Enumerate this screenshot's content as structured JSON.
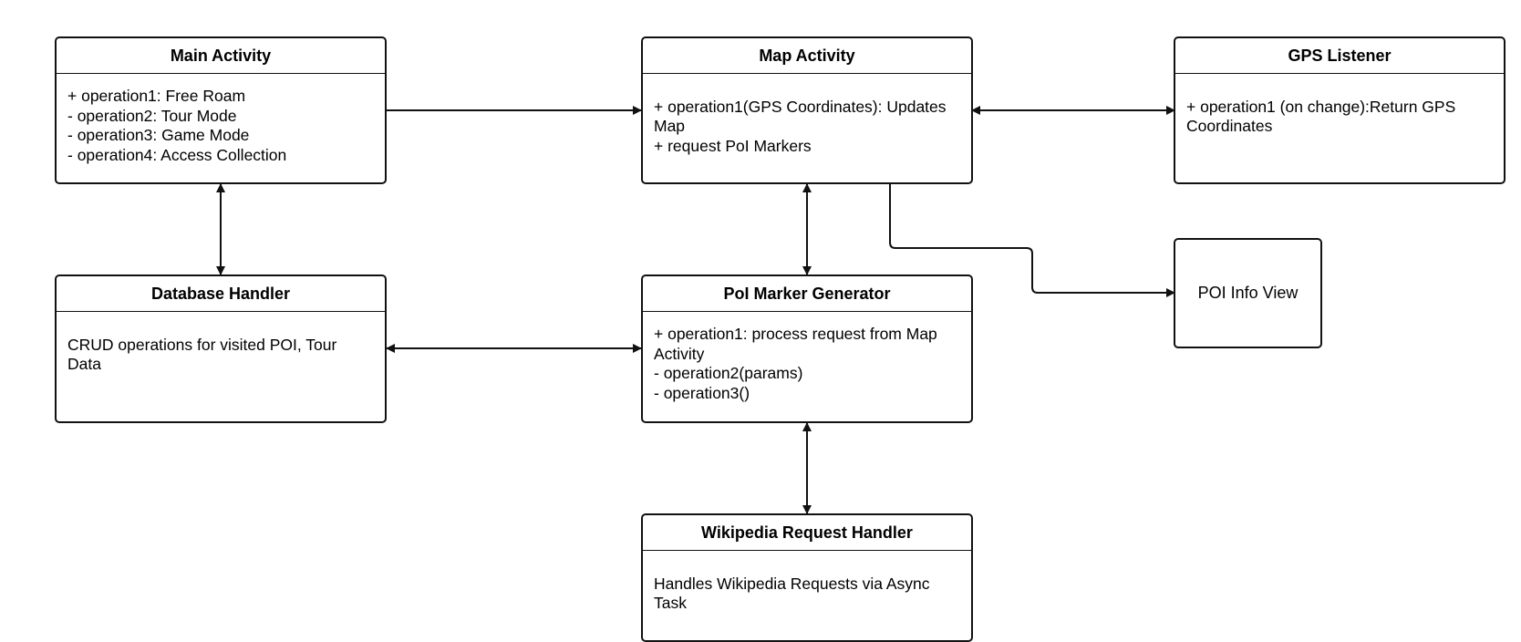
{
  "boxes": {
    "main_activity": {
      "title": "Main Activity",
      "body": "+ operation1: Free Roam\n- operation2: Tour Mode\n- operation3: Game Mode\n- operation4: Access Collection"
    },
    "map_activity": {
      "title": "Map Activity",
      "body": "\n+ operation1(GPS Coordinates): Updates Map\n+ request PoI Markers"
    },
    "gps_listener": {
      "title": "GPS Listener",
      "body": "\n+ operation1 (on change):Return GPS Coordinates"
    },
    "database_handler": {
      "title": "Database Handler",
      "body": "\nCRUD operations for visited POI, Tour Data"
    },
    "poi_marker_generator": {
      "title": "PoI Marker Generator",
      "body": "+ operation1: process request from Map Activity\n- operation2(params)\n- operation3()"
    },
    "wikipedia_request_handler": {
      "title": "Wikipedia Request Handler",
      "body": "\nHandles Wikipedia Requests via Async Task"
    },
    "poi_info_view": {
      "title": "POI Info View"
    }
  }
}
